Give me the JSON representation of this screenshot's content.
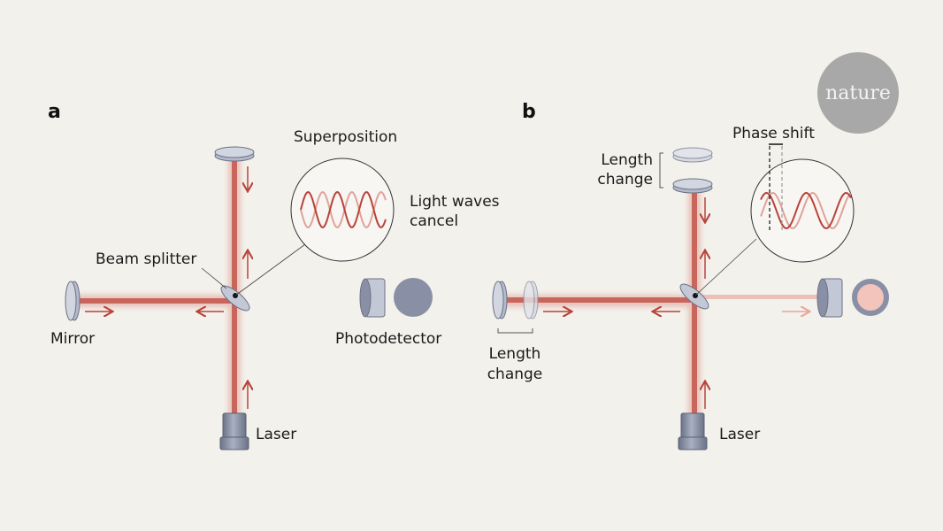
{
  "figure": {
    "colors": {
      "background": "#f3f1eb",
      "beam": "#c9665c",
      "beam_faint": "#e8b0a8",
      "arrow": "#b8433a",
      "optic_fill": "#c3c8d6",
      "optic_stroke": "#6b7185",
      "detector_dark": "#8990a6",
      "detector_lit": "#f2c4bc",
      "logo": "#a8a8a8"
    },
    "logo": {
      "text": "nature"
    },
    "panel_a": {
      "label": "a",
      "superposition": "Superposition",
      "waves_line1": "Light waves",
      "waves_line2": "cancel",
      "beam_splitter": "Beam splitter",
      "mirror": "Mirror",
      "photodetector": "Photodetector",
      "laser": "Laser"
    },
    "panel_b": {
      "label": "b",
      "phase_shift": "Phase shift",
      "length_change_top_line1": "Length",
      "length_change_top_line2": "change",
      "length_change_left_line1": "Length",
      "length_change_left_line2": "change",
      "laser": "Laser"
    }
  }
}
